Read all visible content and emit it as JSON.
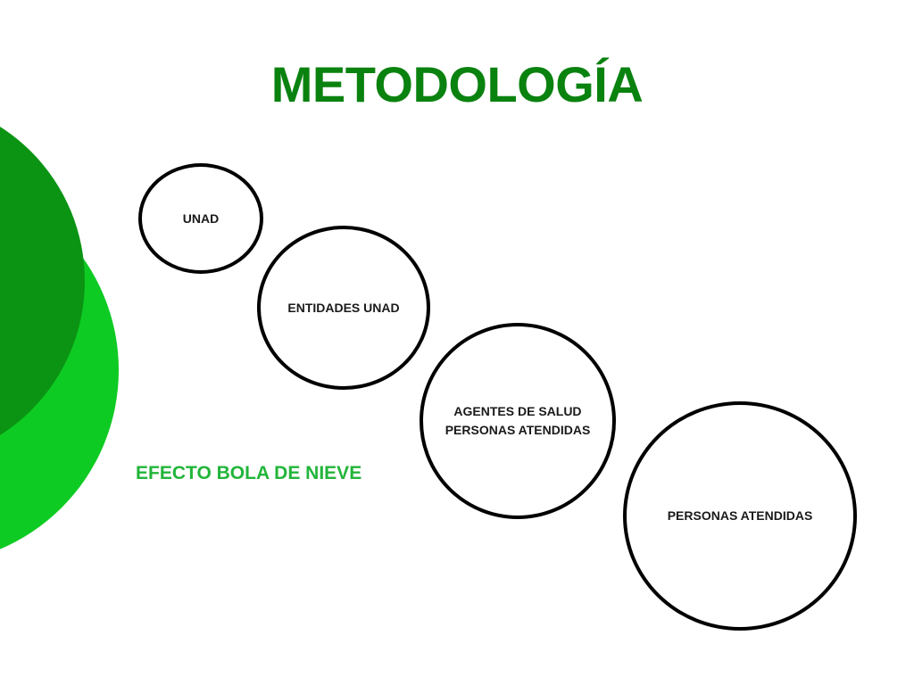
{
  "slide": {
    "title": "METODOLOGÍA",
    "subtitle": "EFECTO BOLA DE NIEVE"
  },
  "bubbles": [
    {
      "label": "UNAD"
    },
    {
      "label": "ENTIDADES UNAD"
    },
    {
      "label": "AGENTES DE SALUD\nPERSONAS ATENDIDAS"
    },
    {
      "label": "PERSONAS ATENDIDAS"
    }
  ],
  "colors": {
    "title": "#0a820f",
    "subtitle": "#22b53a",
    "decor_dark": "#0b9414",
    "decor_light": "#0ecb23",
    "bubble_border": "#000000"
  }
}
